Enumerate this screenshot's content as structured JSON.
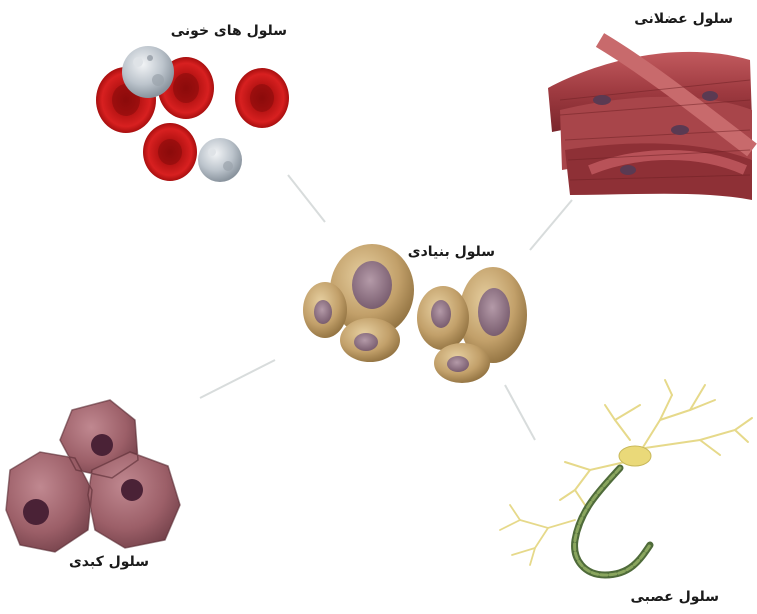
{
  "labels": {
    "blood": "سلول های خونی",
    "muscle": "سلول عضلانی",
    "stem": "سلول بنیادی",
    "liver": "سلول کبدی",
    "nerve": "سلول عصبی"
  }
}
